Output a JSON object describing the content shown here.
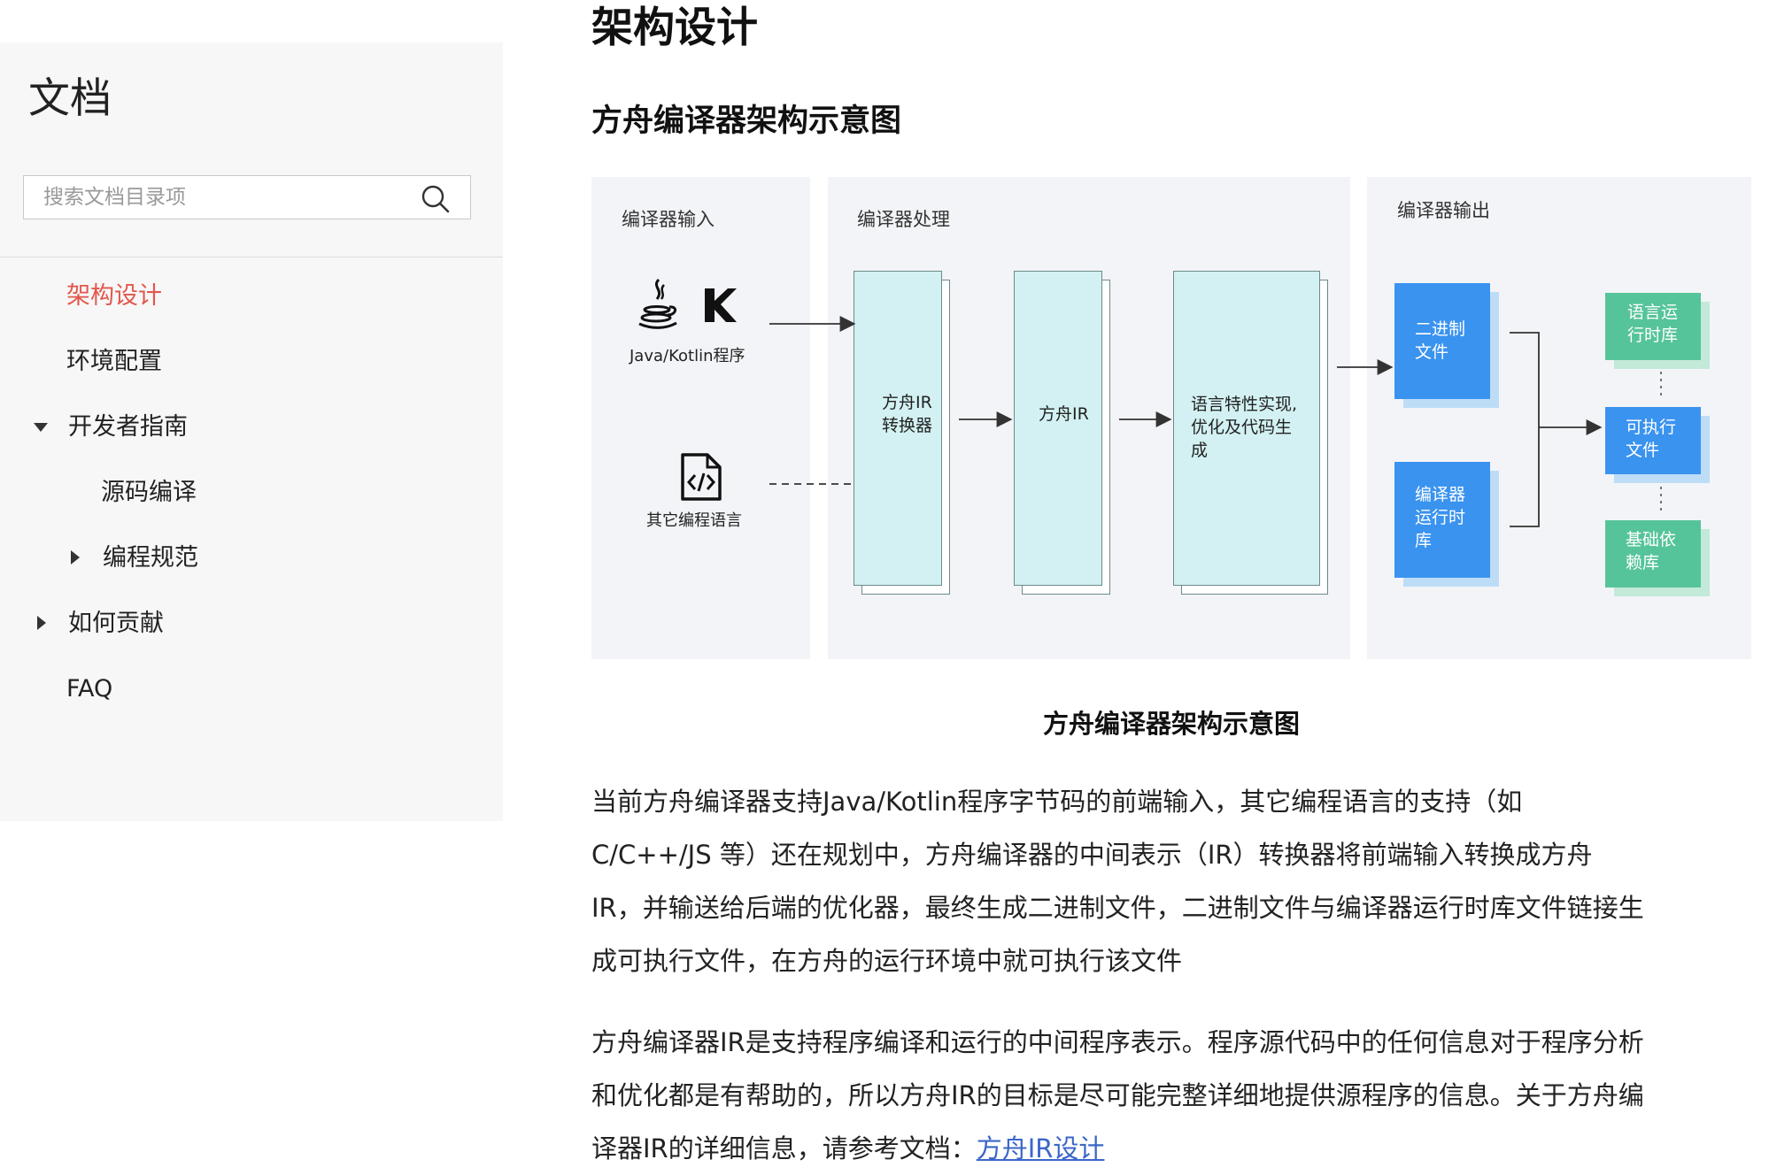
{
  "sidebar": {
    "title": "文档",
    "search_placeholder": "搜索文档目录项",
    "items": [
      {
        "label": "架构设计"
      },
      {
        "label": "环境配置"
      },
      {
        "label": "开发者指南"
      },
      {
        "label": "源码编译"
      },
      {
        "label": "编程规范"
      },
      {
        "label": "如何贡献"
      },
      {
        "label": "FAQ"
      }
    ]
  },
  "main": {
    "page_title": "架构设计",
    "section_title": "方舟编译器架构示意图",
    "diagram": {
      "input": {
        "title": "编译器输入",
        "java_kotlin_label": "Java/Kotlin程序",
        "other_lang_label": "其它编程语言"
      },
      "processing": {
        "title": "编译器处理",
        "ir_converter": [
          "方舟IR",
          "转换器"
        ],
        "ark_ir": "方舟IR",
        "optimizer": [
          "语言特性实现,",
          "优化及代码生",
          "成"
        ]
      },
      "output": {
        "title": "编译器输出",
        "binary_file": [
          "二进制",
          "文件"
        ],
        "runtime_lib": [
          "编译器",
          "运行时",
          "库"
        ],
        "language_runtime": [
          "语言运",
          "行时库"
        ],
        "executable": [
          "可执行",
          "文件"
        ],
        "base_lib": [
          "基础依",
          "赖库"
        ]
      },
      "colors": {
        "panel_bg": "#f3f4f7",
        "stack_fill": "#d3f1f2",
        "blue": "#3a93ef",
        "green": "#56c49a"
      }
    },
    "caption": "方舟编译器架构示意图",
    "paragraph1": [
      "当前方舟编译器支持Java/Kotlin程序字节码的前端输入，其它编程语言的支持（如",
      "C/C++/JS 等）还在规划中，方舟编译器的中间表示（IR）转换器将前端输入转换成方舟",
      "IR，并输送给后端的优化器，最终生成二进制文件，二进制文件与编译器运行时库文件链接生",
      "成可执行文件，在方舟的运行环境中就可执行该文件"
    ],
    "paragraph2": [
      "方舟编译器IR是支持程序编译和运行的中间程序表示。程序源代码中的任何信息对于程序分析",
      "和优化都是有帮助的，所以方舟IR的目标是尽可能完整详细地提供源程序的信息。关于方舟编"
    ],
    "paragraph2_last_prefix": "译器IR的详细信息，请参考文档：",
    "paragraph2_link": "方舟IR设计"
  }
}
